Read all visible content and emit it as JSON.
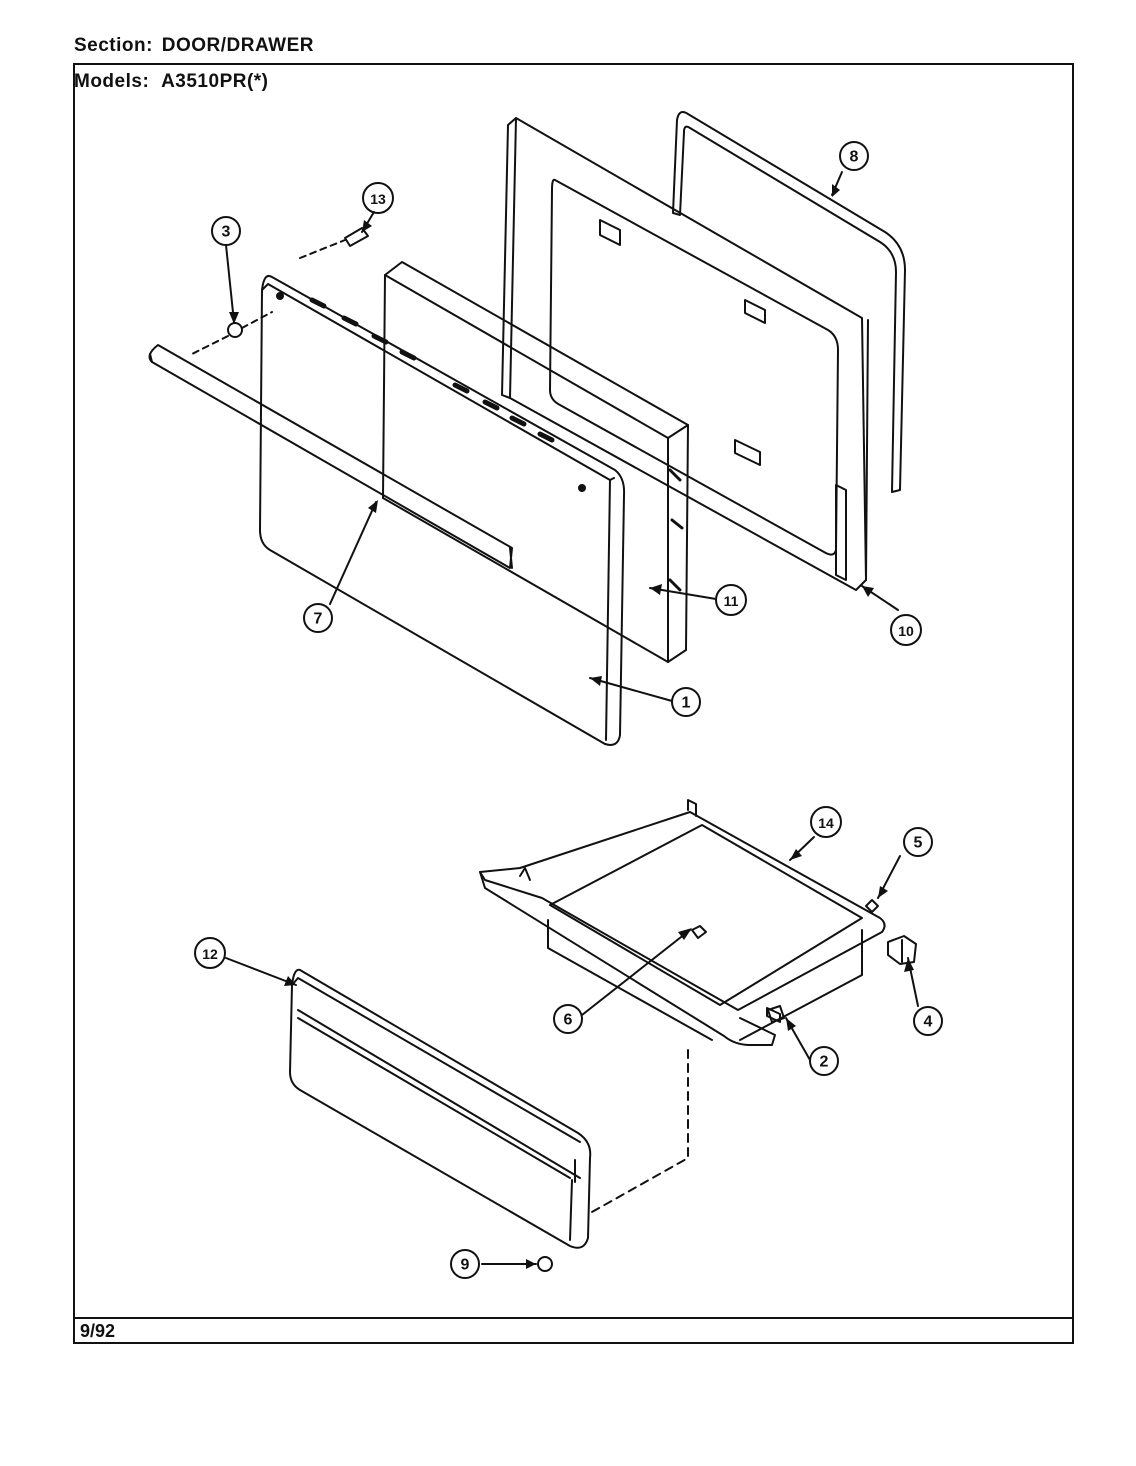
{
  "header": {
    "section_label": "Section:",
    "section_value": "DOOR/DRAWER",
    "models_label": "Models:",
    "models_value": "A3510PR(*)"
  },
  "footer": {
    "date": "9/92"
  },
  "callouts": {
    "c1": "1",
    "c2": "2",
    "c3": "3",
    "c4": "4",
    "c5": "5",
    "c6": "6",
    "c7": "7",
    "c8": "8",
    "c9": "9",
    "c10": "10",
    "c11": "11",
    "c12": "12",
    "c13": "13",
    "c14": "14"
  }
}
